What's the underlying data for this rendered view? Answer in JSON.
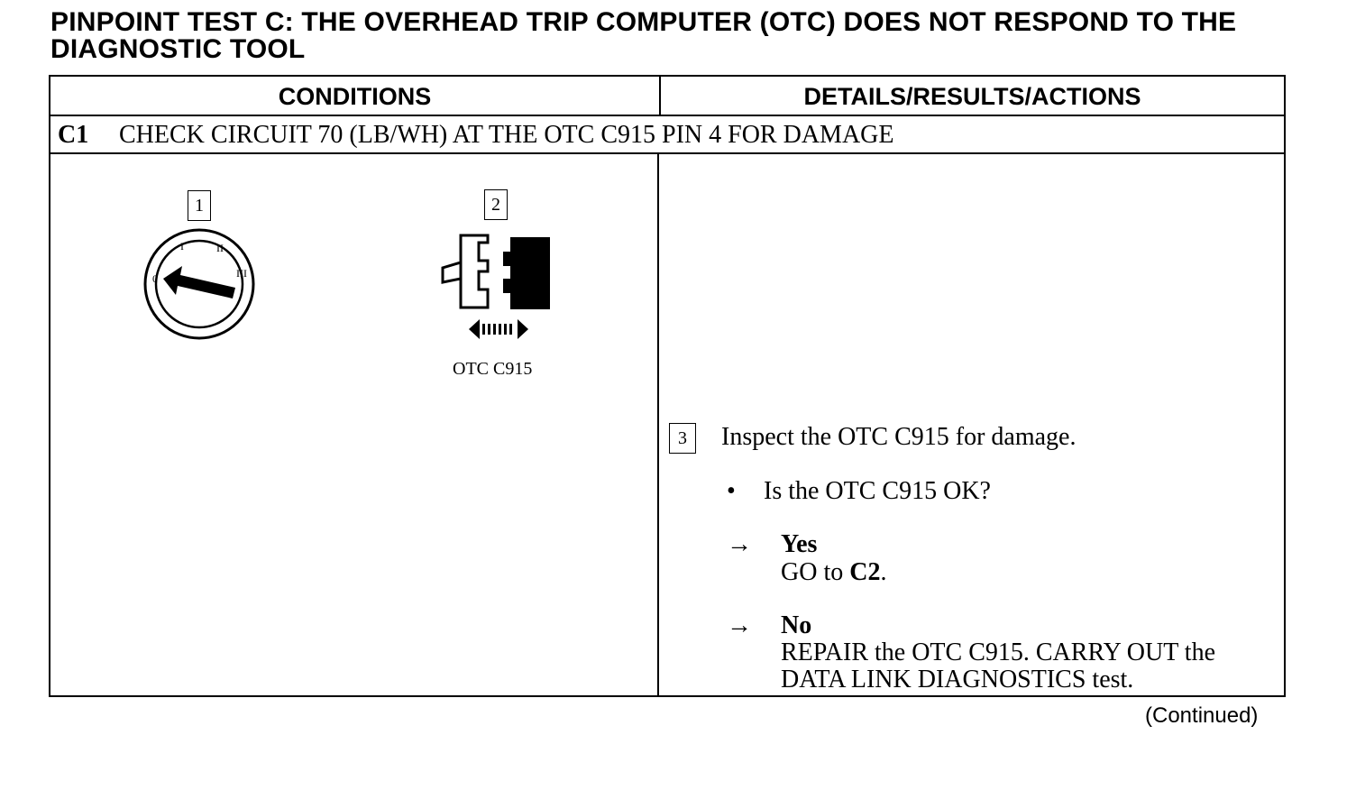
{
  "title": {
    "line1": "PINPOINT TEST C: THE OVERHEAD TRIP COMPUTER (OTC) DOES NOT RESPOND TO THE",
    "line2": "DIAGNOSTIC TOOL"
  },
  "table": {
    "headers": {
      "conditions": "CONDITIONS",
      "details": "DETAILS/RESULTS/ACTIONS"
    },
    "step": {
      "id": "C1",
      "title": "CHECK CIRCUIT 70 (LB/WH) AT THE OTC C915 PIN 4 FOR DAMAGE"
    },
    "illustrations": {
      "callout_1": "1",
      "callout_2": "2",
      "ignition_positions": [
        "0",
        "I",
        "II",
        "III"
      ],
      "connector_caption": "OTC C915"
    },
    "actions": {
      "callout_3": "3",
      "instruction": "Inspect the OTC C915 for damage.",
      "bullet": "•",
      "question": "Is the OTC C915 OK?",
      "arrow": "→",
      "yes_label": "Yes",
      "yes_action_prefix": "GO to ",
      "yes_action_target": "C2",
      "yes_action_suffix": ".",
      "no_label": "No",
      "no_action_line1": "REPAIR the OTC C915. CARRY OUT the",
      "no_action_line2": "DATA LINK DIAGNOSTICS test."
    }
  },
  "footer": {
    "continued": "(Continued)"
  }
}
